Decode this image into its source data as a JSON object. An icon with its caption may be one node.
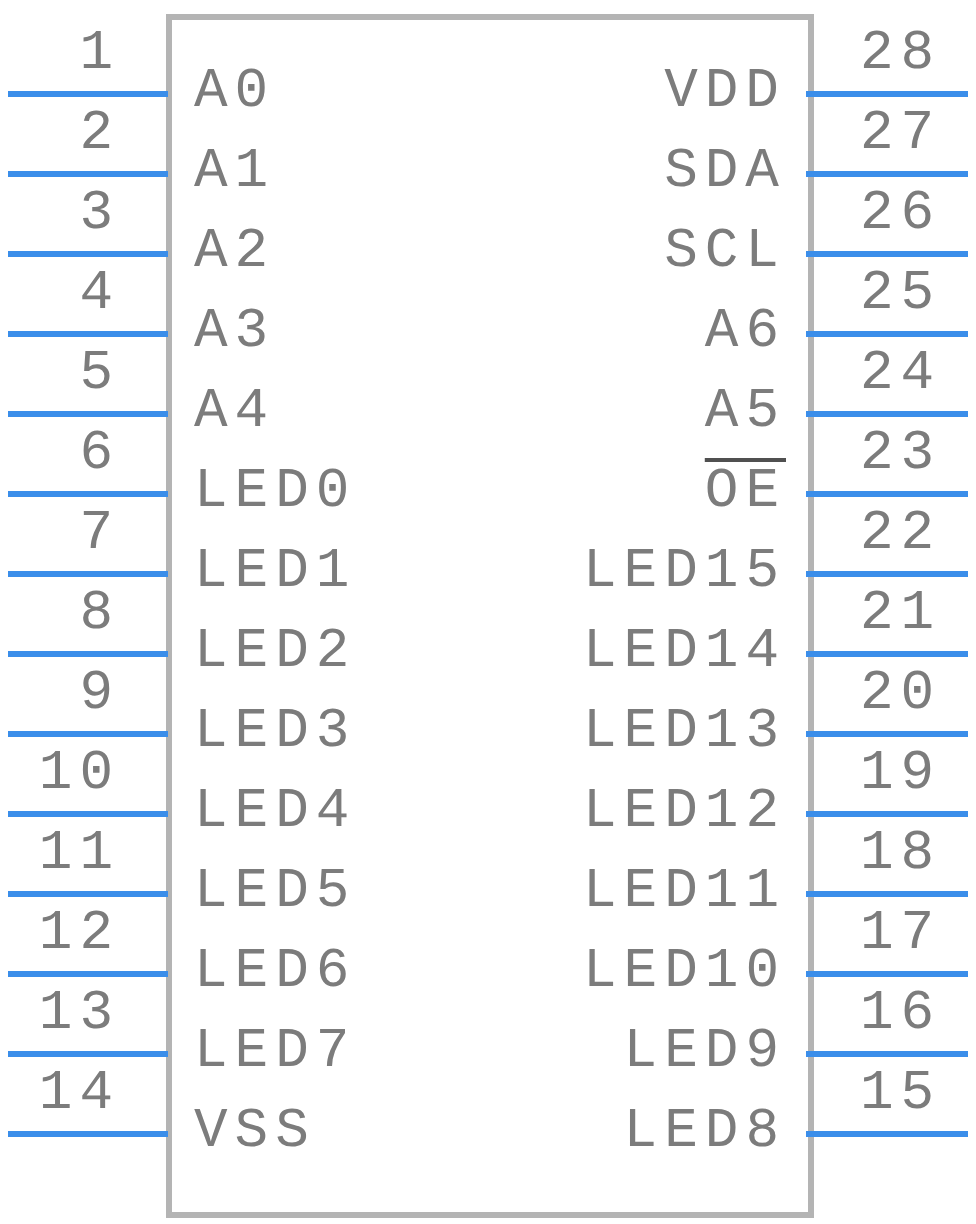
{
  "diagram": {
    "labels": [
      "1",
      "28",
      "A0",
      "VDD",
      "2",
      "27",
      "A1",
      "SDA",
      "3",
      "26",
      "A2",
      "SCL",
      "4",
      "25",
      "A3",
      "A6",
      "5",
      "24",
      "A4",
      "A5",
      "6",
      "23",
      "LED0",
      "OE",
      "7",
      "22",
      "LED1",
      "LED15",
      "8",
      "21",
      "LED2",
      "LED14",
      "9",
      "20",
      "LED3",
      "LED13",
      "10",
      "19",
      "LED4",
      "LED12",
      "11",
      "18",
      "LED5",
      "LED11",
      "12",
      "17",
      "LED6",
      "LED10",
      "13",
      "16",
      "LED7",
      "LED9",
      "14",
      "15",
      "VSS",
      "LED8"
    ]
  }
}
